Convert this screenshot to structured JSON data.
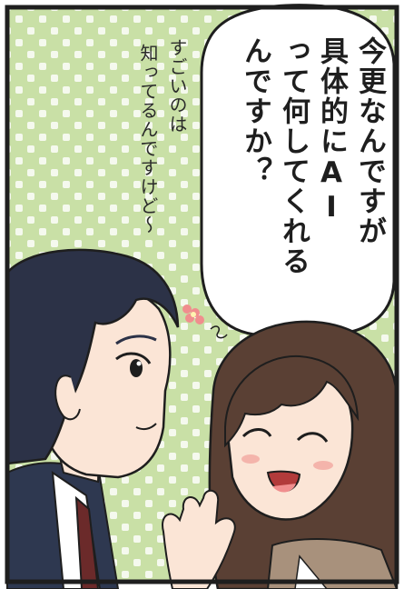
{
  "speech_bubble": {
    "lines": [
      "今更なんですが",
      "具体的にAI",
      "って何してくれる",
      "んですか？"
    ]
  },
  "aside_text": {
    "lines": [
      "すごいのは",
      "知ってるんですけど〜"
    ]
  },
  "colors": {
    "background_green": "#c9e0a6",
    "dot_white": "#f5f9ee",
    "ink": "#1e1e1e",
    "man_hair": "#2c3247",
    "man_suit": "#2e3850",
    "man_tie": "#6b2a2a",
    "woman_hair": "#5a4034",
    "skin": "#fbe5d6",
    "blush": "#f2a7a0",
    "flower": "#f08e8e"
  }
}
